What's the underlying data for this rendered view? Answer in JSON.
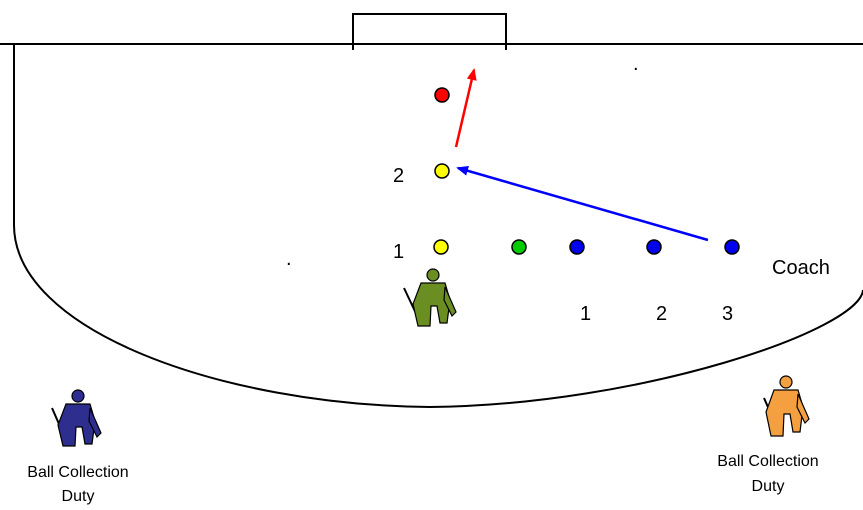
{
  "labels": {
    "coach": "Coach",
    "ball_queue": [
      "1",
      "2",
      "3"
    ],
    "target_top": "2",
    "target_bottom": "1",
    "marks": [
      ".",
      "."
    ]
  },
  "ball_collection_left": [
    "Ball Collection",
    "Duty"
  ],
  "ball_collection_right": [
    "Ball Collection",
    "Duty"
  ],
  "colors": {
    "red_ball": "#ff0000",
    "yellow_ball": "#ffff00",
    "green_ball": "#00cc00",
    "blue_ball": "#0000ee",
    "pass_arrow": "#0000ff",
    "shot_arrow": "#ff0000",
    "keeper_center": "#6b8e23",
    "keeper_left": "#2e2e8e",
    "keeper_right": "#f5a040"
  },
  "icons": [
    "goal",
    "goalkeeper-icon",
    "ball-marker"
  ]
}
